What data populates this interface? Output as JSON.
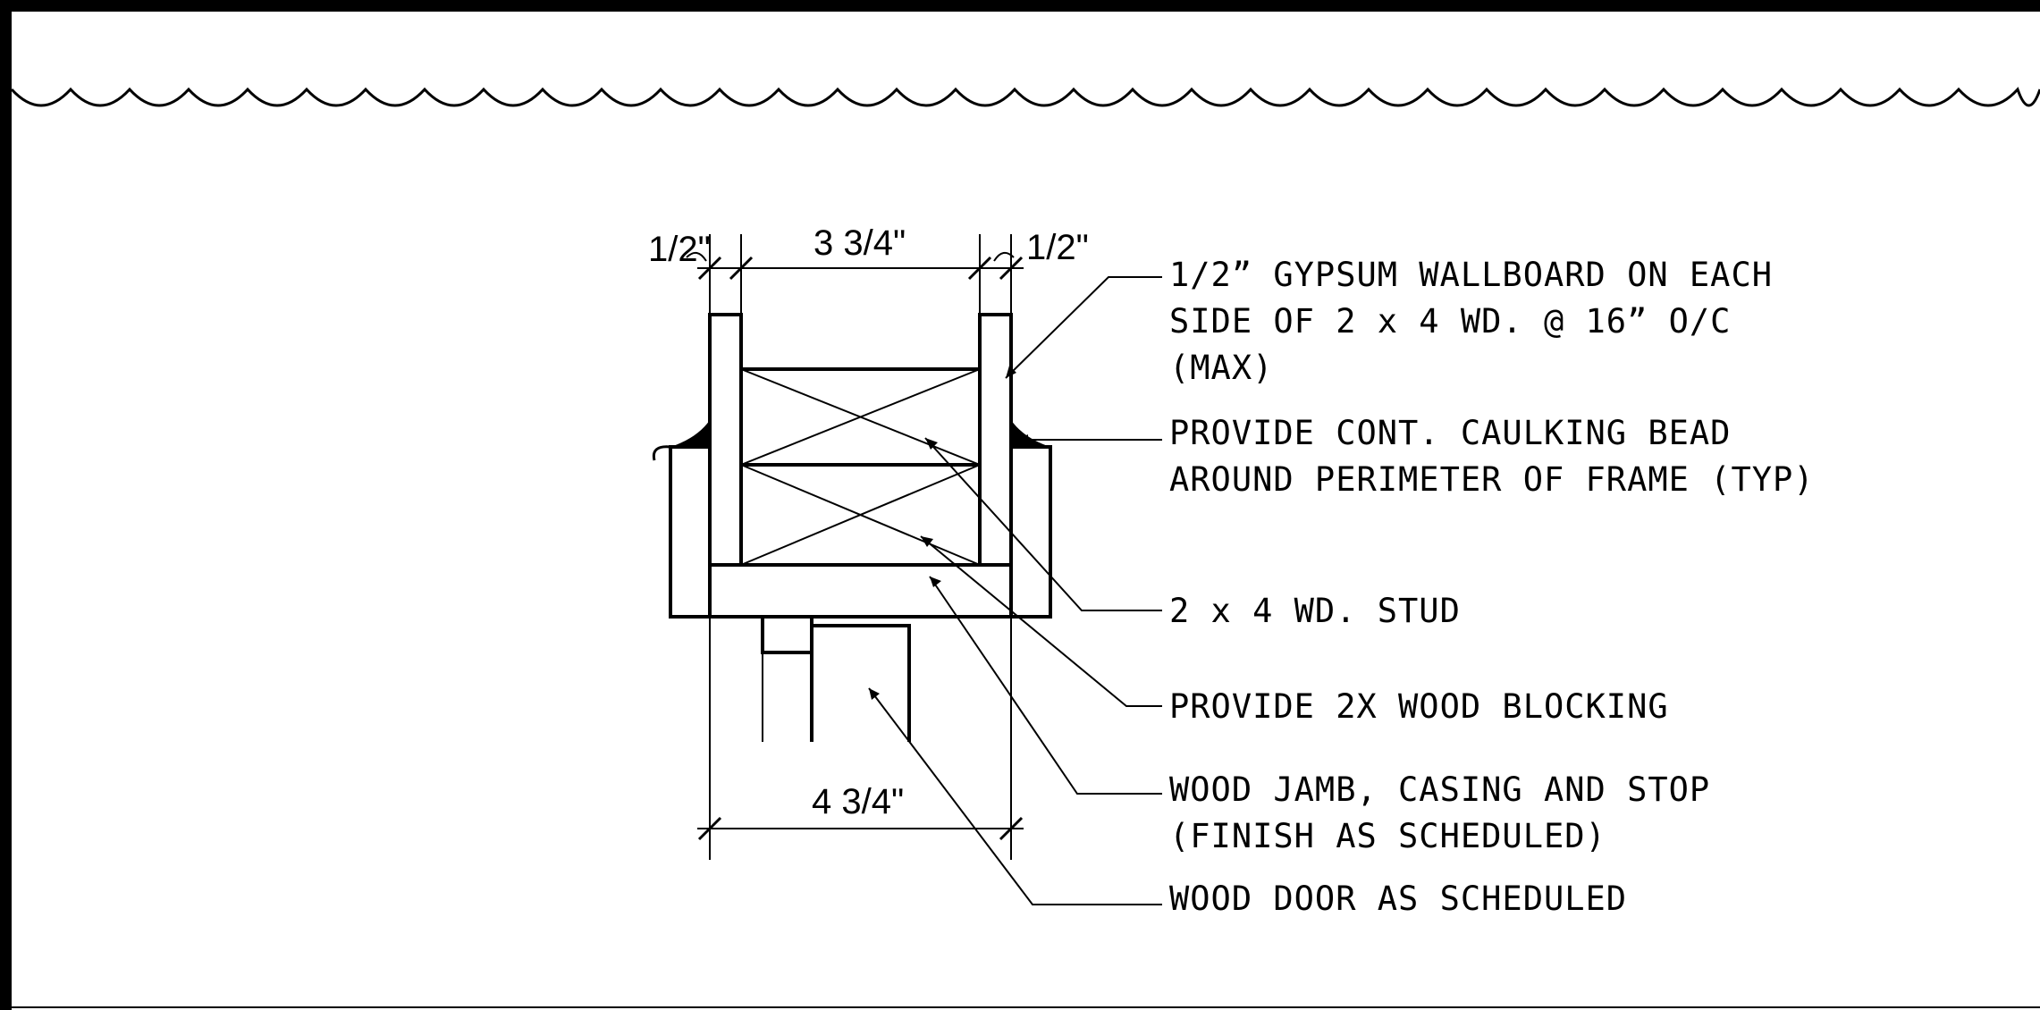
{
  "dimensions": {
    "left_gypsum": "1/2\"",
    "stud_width": "3 3/4\"",
    "right_gypsum": "1/2\"",
    "overall_wall": "4 3/4\""
  },
  "notes": {
    "gypsum": [
      "1/2” GYPSUM WALLBOARD ON EACH",
      "SIDE OF 2 x 4 WD. @ 16” O/C",
      "(MAX)"
    ],
    "caulking": [
      "PROVIDE CONT. CAULKING BEAD",
      "AROUND PERIMETER OF FRAME (TYP)"
    ],
    "stud": [
      "2 x 4 WD. STUD"
    ],
    "blocking": [
      "PROVIDE 2X WOOD BLOCKING"
    ],
    "jamb": [
      "WOOD JAMB, CASING AND STOP",
      "(FINISH AS SCHEDULED)"
    ],
    "door": [
      "WOOD DOOR AS SCHEDULED"
    ]
  },
  "materials": {
    "gypsum_wallboard": "stipple",
    "wood_stud": "x-box",
    "wood_trim": "grain-hatch"
  },
  "colors": {
    "line": "#000000",
    "background": "#ffffff"
  }
}
